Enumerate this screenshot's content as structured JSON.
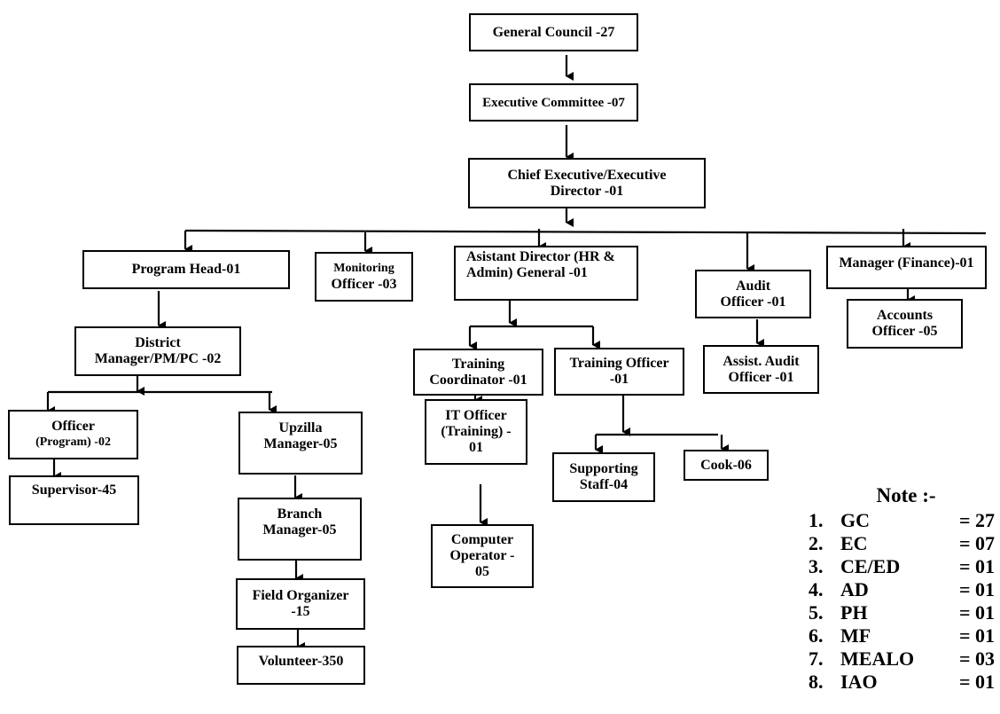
{
  "nodes": {
    "general_council": "General Council -27",
    "executive_committee": "Executive Committee -07",
    "chief_executive_l1": "Chief Executive/Executive",
    "chief_executive_l2": "Director -01",
    "program_head": "Program Head-01",
    "monitoring_officer_l1": "Monitoring",
    "monitoring_officer_l2": "Officer -03",
    "assistant_director_l1": "Asistant Director (HR &",
    "assistant_director_l2": "Admin) General  -01",
    "audit_officer_l1": "Audit",
    "audit_officer_l2": "Officer -01",
    "manager_finance": "Manager (Finance)-01",
    "accounts_officer_l1": "Accounts",
    "accounts_officer_l2": "Officer -05",
    "assist_audit_officer_l1": "Assist.  Audit",
    "assist_audit_officer_l2": "Officer  -01",
    "district_manager_l1": "District",
    "district_manager_l2": "Manager/PM/PC -02",
    "officer_program_l1": "Officer",
    "officer_program_l2": "(Program) -02",
    "supervisor": "Supervisor-45",
    "upzilla_manager_l1": "Upzilla",
    "upzilla_manager_l2": "Manager-05",
    "branch_manager_l1": "Branch",
    "branch_manager_l2": "Manager-05",
    "field_organizer_l1": "Field Organizer",
    "field_organizer_l2": "-15",
    "volunteer": "Volunteer-350",
    "training_coordinator_l1": "Training",
    "training_coordinator_l2": "Coordinator -01",
    "it_officer_l1": "IT Officer",
    "it_officer_l2": "(Training) -",
    "it_officer_l3": "01",
    "computer_operator_l1": "Computer",
    "computer_operator_l2": "Operator -",
    "computer_operator_l3": "05",
    "training_officer_l1": "Training Officer",
    "training_officer_l2": "-01",
    "supporting_staff_l1": "Supporting",
    "supporting_staff_l2": "Staff-04",
    "cook": "Cook-06"
  },
  "note": {
    "title": "Note :-",
    "items": [
      {
        "num": "1.",
        "abbr": "GC",
        "value": "= 27"
      },
      {
        "num": "2.",
        "abbr": "EC",
        "value": "= 07"
      },
      {
        "num": "3.",
        "abbr": "CE/ED",
        "value": "= 01"
      },
      {
        "num": "4.",
        "abbr": "AD",
        "value": "= 01"
      },
      {
        "num": "5.",
        "abbr": "PH",
        "value": "= 01"
      },
      {
        "num": "6.",
        "abbr": "MF",
        "value": "= 01"
      },
      {
        "num": "7.",
        "abbr": "MEALO",
        "value": "= 03"
      },
      {
        "num": "8.",
        "abbr": "IAO",
        "value": "= 01"
      }
    ]
  }
}
